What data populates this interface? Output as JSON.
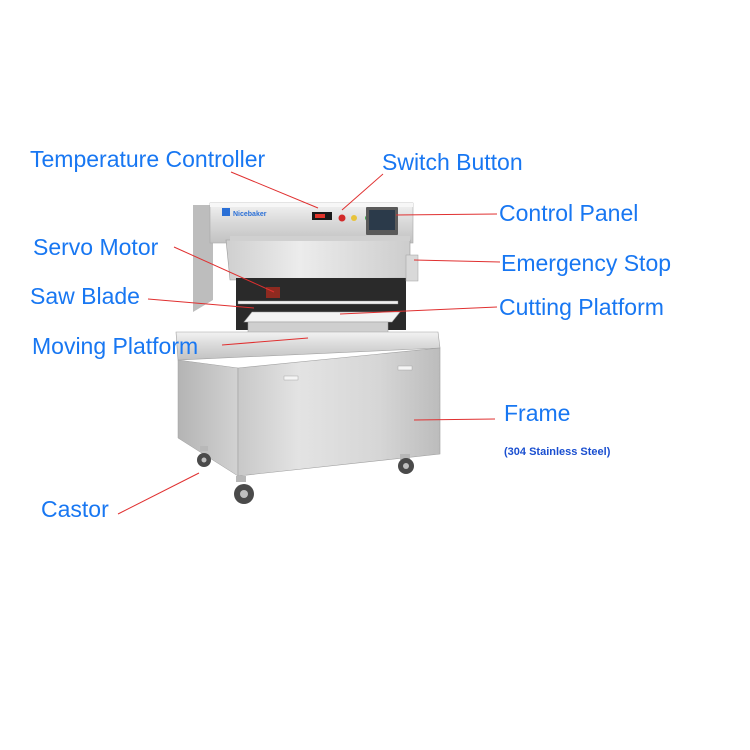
{
  "labels": {
    "temperature_controller": "Temperature Controller",
    "switch_button": "Switch Button",
    "control_panel": "Control Panel",
    "servo_motor": "Servo Motor",
    "emergency_stop": "Emergency Stop",
    "saw_blade": "Saw Blade",
    "cutting_platform": "Cutting Platform",
    "moving_platform": "Moving Platform",
    "frame": "Frame",
    "frame_note": "(304 Stainless Steel)",
    "castor": "Castor"
  },
  "machine": {
    "brand": "Nicebaker"
  },
  "colors": {
    "label": "#1877f2",
    "leader": "#e03030",
    "steel_light": "#e6e6e6",
    "steel_mid": "#c9c9c9",
    "steel_dark": "#9a9a9a"
  }
}
